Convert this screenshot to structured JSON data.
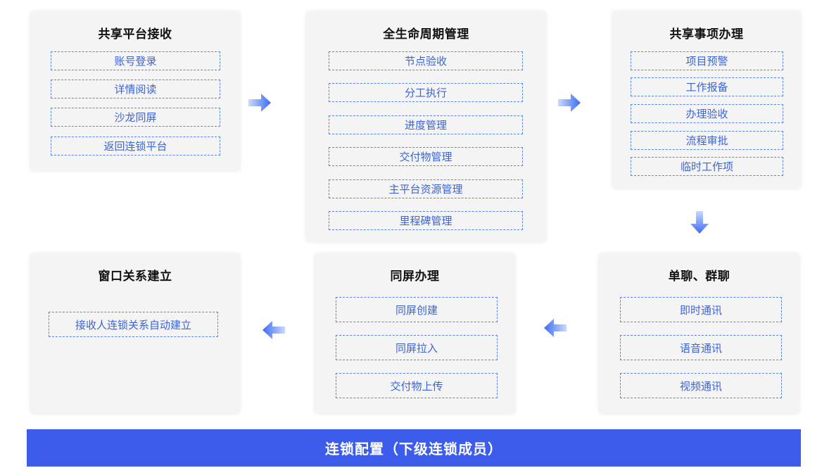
{
  "colors": {
    "accent": "#3c5cec",
    "item_border": "#5b82e6",
    "item_text": "#3b64d6",
    "card_bg": "#f4f4f4"
  },
  "cards": {
    "receive": {
      "title": "共享平台接收",
      "items": [
        "账号登录",
        "详情阅读",
        "沙龙同屏",
        "返回连锁平台"
      ]
    },
    "lifecycle": {
      "title": "全生命周期管理",
      "items": [
        "节点验收",
        "分工执行",
        "进度管理",
        "交付物管理",
        "主平台资源管理",
        "里程碑管理"
      ]
    },
    "affairs": {
      "title": "共享事项办理",
      "items": [
        "项目预警",
        "工作报备",
        "办理验收",
        "流程审批",
        "临时工作项"
      ]
    },
    "chat": {
      "title": "单聊、群聊",
      "items": [
        "即时通讯",
        "语音通讯",
        "视频通讯"
      ]
    },
    "screen": {
      "title": "同屏办理",
      "items": [
        "同屏创建",
        "同屏拉入",
        "交付物上传"
      ]
    },
    "window": {
      "title": "窗口关系建立",
      "items": [
        "接收人连锁关系自动建立"
      ]
    }
  },
  "arrows": [
    "arrow-right",
    "arrow-right",
    "arrow-down",
    "arrow-left",
    "arrow-left"
  ],
  "banner": {
    "label": "连锁配置（下级连锁成员）"
  }
}
